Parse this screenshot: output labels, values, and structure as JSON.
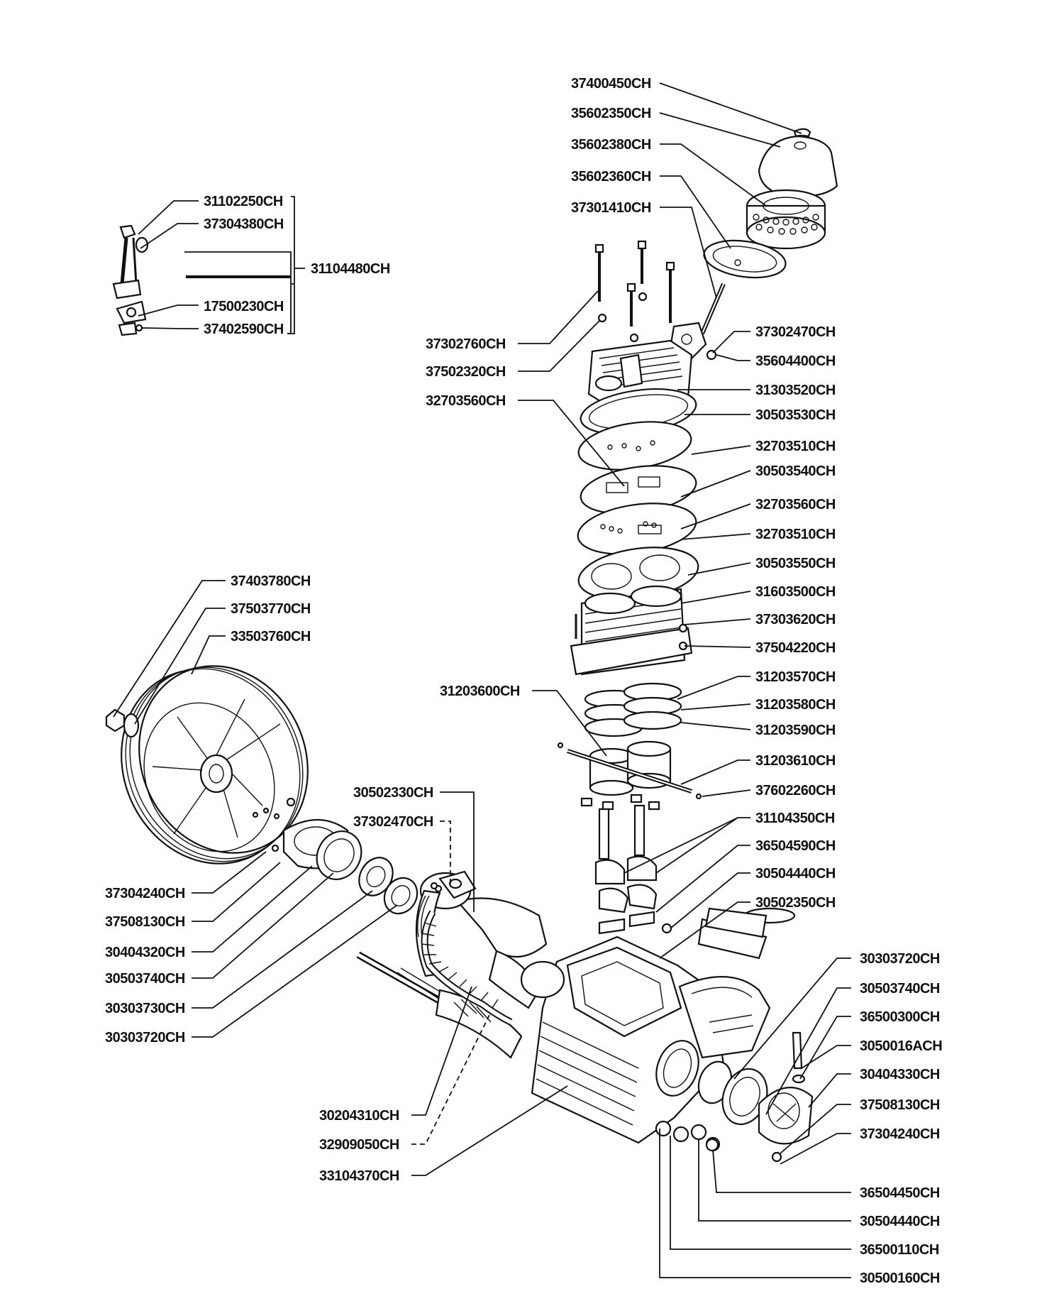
{
  "parts": {
    "p37400450": "37400450CH",
    "p35602350": "35602350CH",
    "p35602380": "35602380CH",
    "p35602360": "35602360CH",
    "p37301410": "37301410CH",
    "p31102250": "31102250CH",
    "p37304380a": "37304380CH",
    "p31104480": "31104480CH",
    "p17500230": "17500230CH",
    "p37402590": "37402590CH",
    "p37302760": "37302760CH",
    "p37502320": "37502320CH",
    "p32703560a": "32703560CH",
    "p37302470a": "37302470CH",
    "p35604400": "35604400CH",
    "p31303520": "31303520CH",
    "p30503530": "30503530CH",
    "p32703510a": "32703510CH",
    "p30503540": "30503540CH",
    "p32703560b": "32703560CH",
    "p32703510b": "32703510CH",
    "p30503550": "30503550CH",
    "p31603500": "31603500CH",
    "p37303620": "37303620CH",
    "p37504220": "37504220CH",
    "p37403780": "37403780CH",
    "p37503770": "37503770CH",
    "p33503760": "33503760CH",
    "p31203600": "31203600CH",
    "p31203570": "31203570CH",
    "p31203580": "31203580CH",
    "p31203590": "31203590CH",
    "p31203610": "31203610CH",
    "p37602260": "37602260CH",
    "p30502330": "30502330CH",
    "p37302470b": "37302470CH",
    "p31104350": "31104350CH",
    "p36504590": "36504590CH",
    "p30504440a": "30504440CH",
    "p30502350": "30502350CH",
    "p37304240a": "37304240CH",
    "p37508130a": "37508130CH",
    "p30404320": "30404320CH",
    "p30503740a": "30503740CH",
    "p30303730": "30303730CH",
    "p30303720a": "30303720CH",
    "p30303720b": "30303720CH",
    "p30503740b": "30503740CH",
    "p36500300": "36500300CH",
    "p3050016A": "3050016ACH",
    "p30404330": "30404330CH",
    "p37508130b": "37508130CH",
    "p37304240b": "37304240CH",
    "p30204310": "30204310CH",
    "p32909050": "32909050CH",
    "p33104370": "33104370CH",
    "p36504450": "36504450CH",
    "p30504440b": "30504440CH",
    "p36500110": "36500110CH",
    "p30500160": "30500160CH"
  }
}
